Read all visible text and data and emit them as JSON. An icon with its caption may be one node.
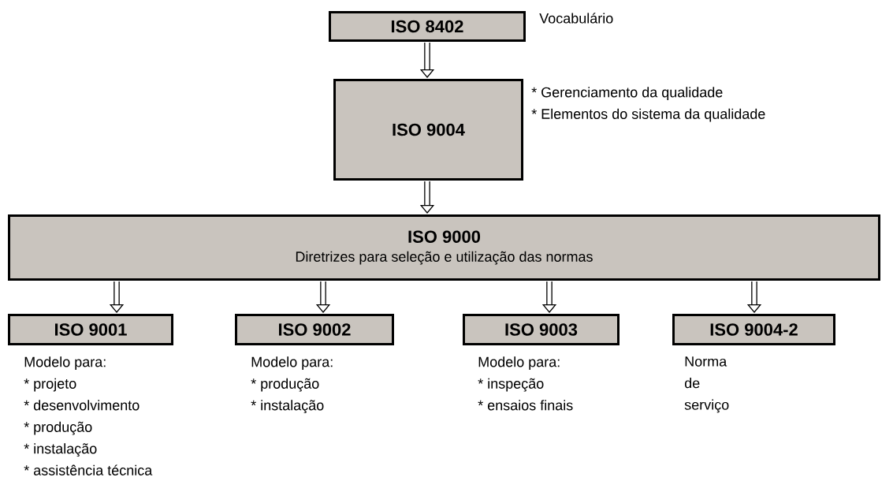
{
  "diagram": {
    "nodes": [
      {
        "text": [
          "ISO 8402"
        ],
        "beside": [
          "Vocabulário"
        ]
      },
      {
        "text": [
          "ISO 9004"
        ],
        "beside": [
          "* Gerenciamento da qualidade",
          "* Elementos do sistema da qualidade"
        ]
      },
      {
        "text": [
          "ISO 9000",
          "Diretrizes para seleção e utilização das normas"
        ]
      },
      {
        "text": [
          "ISO 9001"
        ],
        "beside": [
          "Modelo para:",
          "* projeto",
          "* desenvolvimento",
          "* produção",
          "* instalação",
          "* assistência técnica"
        ]
      },
      {
        "text": [
          "ISO 9002"
        ],
        "beside": [
          "Modelo para:",
          "* produção",
          "* instalação"
        ]
      },
      {
        "text": [
          "ISO 9003"
        ],
        "beside": [
          "Modelo para:",
          "* inspeção",
          "* ensaios finais"
        ]
      },
      {
        "text": [
          "ISO 9004-2"
        ],
        "beside": [
          "Norma de serviço"
        ]
      }
    ],
    "edges": [
      {
        "from": 0,
        "to": 1,
        "arrow": "to"
      },
      {
        "from": 1,
        "to": 2,
        "arrow": "to"
      },
      {
        "from": 2,
        "to": 3,
        "arrow": "to"
      },
      {
        "from": 2,
        "to": 4,
        "arrow": "to"
      },
      {
        "from": 2,
        "to": 5,
        "arrow": "to"
      },
      {
        "from": 2,
        "to": 6,
        "arrow": "to"
      }
    ]
  }
}
